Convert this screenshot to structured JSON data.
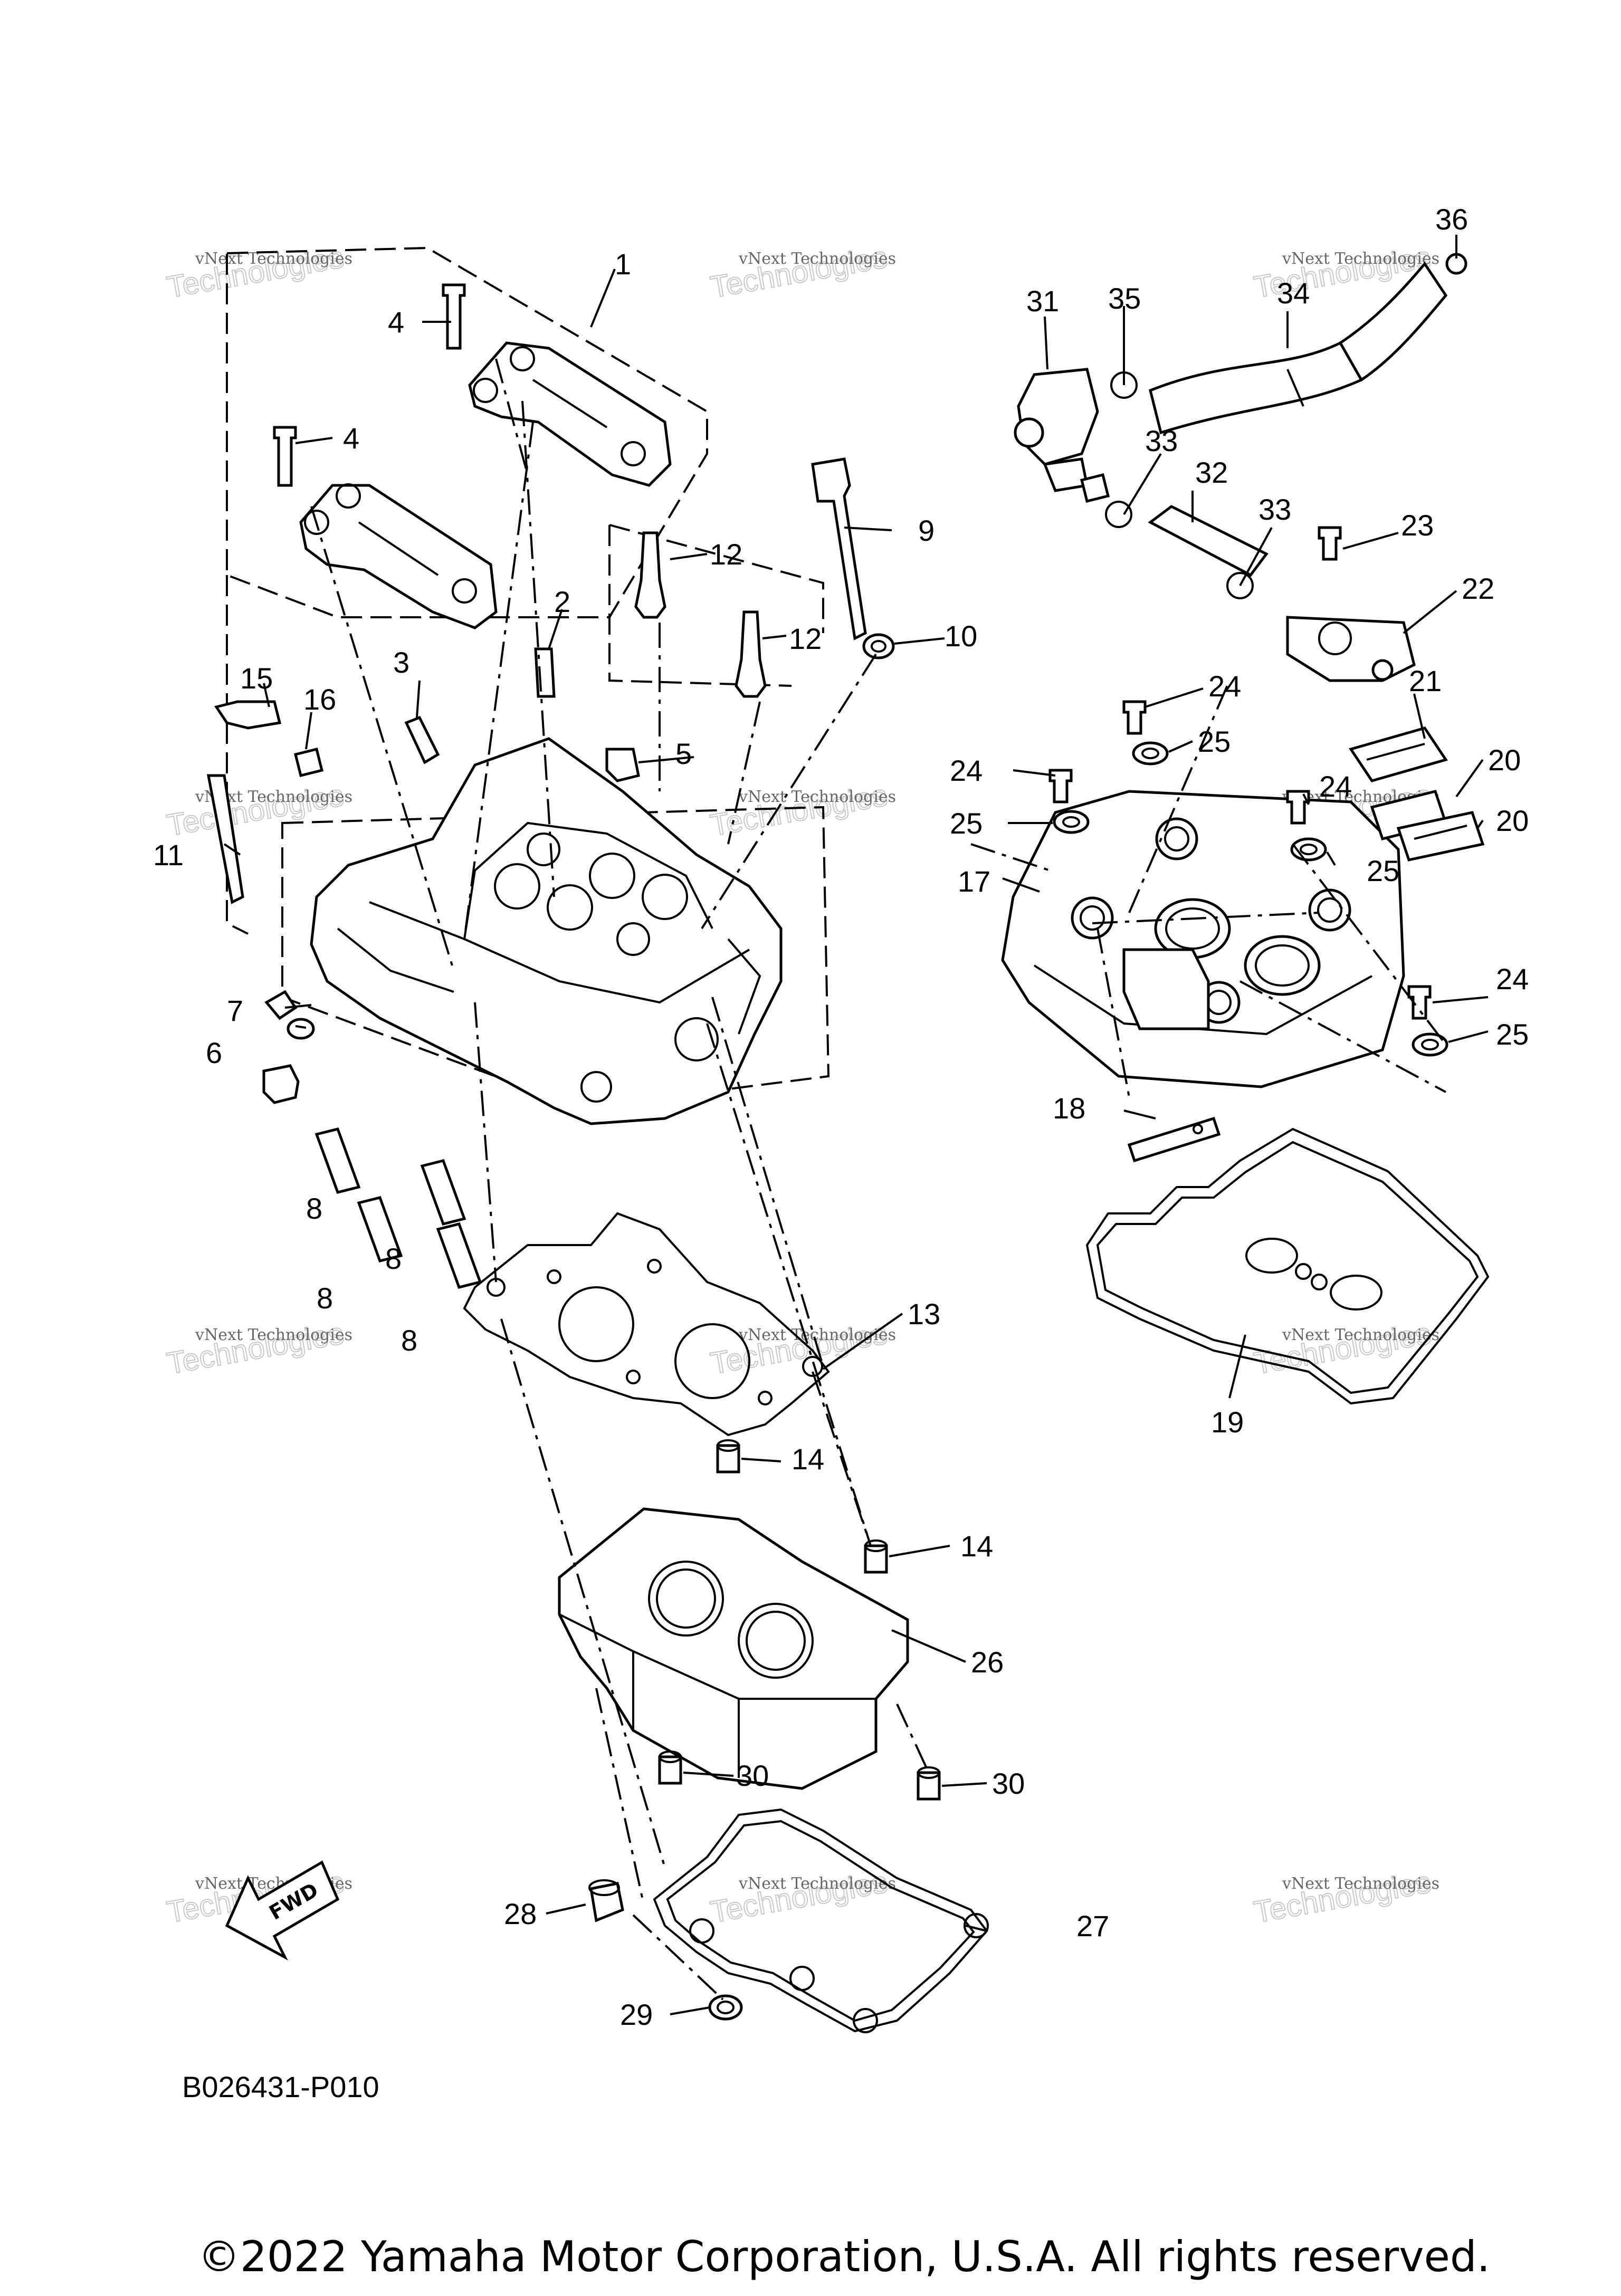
{
  "callouts": [
    {
      "n": "1"
    },
    {
      "n": "2"
    },
    {
      "n": "3"
    },
    {
      "n": "4"
    },
    {
      "n": "4"
    },
    {
      "n": "5"
    },
    {
      "n": "6"
    },
    {
      "n": "7"
    },
    {
      "n": "8"
    },
    {
      "n": "8"
    },
    {
      "n": "8"
    },
    {
      "n": "8"
    },
    {
      "n": "9"
    },
    {
      "n": "10"
    },
    {
      "n": "11"
    },
    {
      "n": "12"
    },
    {
      "n": "12"
    },
    {
      "n": "13"
    },
    {
      "n": "14"
    },
    {
      "n": "14"
    },
    {
      "n": "15"
    },
    {
      "n": "16"
    },
    {
      "n": "17"
    },
    {
      "n": "18"
    },
    {
      "n": "19"
    },
    {
      "n": "20"
    },
    {
      "n": "20"
    },
    {
      "n": "21"
    },
    {
      "n": "22"
    },
    {
      "n": "23"
    },
    {
      "n": "24"
    },
    {
      "n": "24"
    },
    {
      "n": "24"
    },
    {
      "n": "24"
    },
    {
      "n": "25"
    },
    {
      "n": "25"
    },
    {
      "n": "25"
    },
    {
      "n": "25"
    },
    {
      "n": "26"
    },
    {
      "n": "27"
    },
    {
      "n": "28"
    },
    {
      "n": "29"
    },
    {
      "n": "30"
    },
    {
      "n": "30"
    },
    {
      "n": "31"
    },
    {
      "n": "32"
    },
    {
      "n": "33"
    },
    {
      "n": "33"
    },
    {
      "n": "34"
    },
    {
      "n": "35"
    },
    {
      "n": "36"
    }
  ],
  "watermarks": [
    {
      "line1": "vNext Technologies",
      "line2": "Technologies"
    },
    {
      "line1": "vNext Technologies",
      "line2": "Technologies"
    },
    {
      "line1": "vNext Technologies",
      "line2": "Technologies"
    },
    {
      "line1": "vNext Technologies",
      "line2": "Technologies"
    },
    {
      "line1": "vNext Technologies",
      "line2": "Technologies"
    },
    {
      "line1": "vNext Technologies",
      "line2": "Technologies"
    },
    {
      "line1": "vNext Technologies",
      "line2": "Technologies"
    },
    {
      "line1": "vNext Technologies",
      "line2": "Technologies"
    },
    {
      "line1": "vNext Technologies",
      "line2": "Technologies"
    },
    {
      "line1": "vNext Technologies",
      "line2": "Technologies"
    },
    {
      "line1": "vNext Technologies",
      "line2": "Technologies"
    },
    {
      "line1": "vNext Technologies",
      "line2": "Technologies"
    }
  ],
  "fwd_label": "FWD",
  "diagram_code": "B026431-P010",
  "copyright": "©2022 Yamaha Motor Corporation, U.S.A. All rights reserved."
}
